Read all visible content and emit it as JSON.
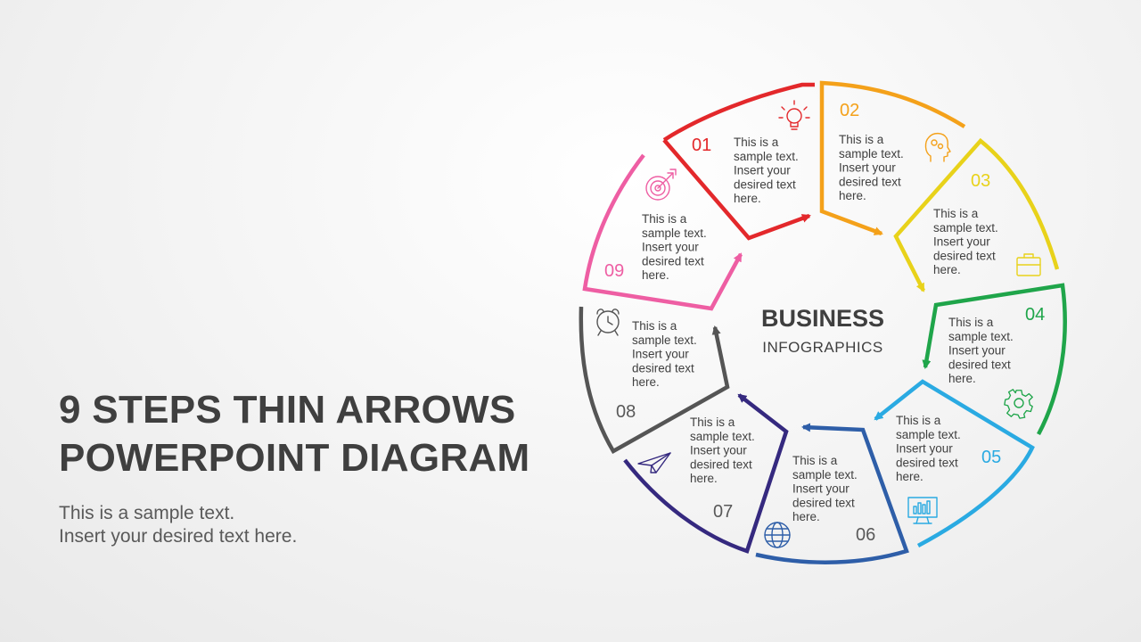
{
  "slide": {
    "title_line1": "9 STEPS THIN ARROWS",
    "title_line2": "POWERPOINT DIAGRAM",
    "subtitle_line1": "This is a sample text.",
    "subtitle_line2": "Insert your desired text here."
  },
  "center": {
    "title": "BUSINESS",
    "subtitle": "INFOGRAPHICS"
  },
  "steps": [
    {
      "number": "01",
      "color": "#e3282b",
      "icon": "lightbulb-icon",
      "text": [
        "This is a",
        "sample text.",
        "Insert your",
        "desired text",
        "here."
      ]
    },
    {
      "number": "02",
      "color": "#f4a11a",
      "icon": "head-gears-icon",
      "text": [
        "This is a",
        "sample text.",
        "Insert your",
        "desired text",
        "here."
      ]
    },
    {
      "number": "03",
      "color": "#e8d21a",
      "icon": "briefcase-icon",
      "text": [
        "This is a",
        "sample text.",
        "Insert your",
        "desired text",
        "here."
      ]
    },
    {
      "number": "04",
      "color": "#1fa54a",
      "icon": "gear-icon",
      "text": [
        "This is a",
        "sample text.",
        "Insert your",
        "desired text",
        "here."
      ]
    },
    {
      "number": "05",
      "color": "#2aaae2",
      "icon": "monitor-chart-icon",
      "text": [
        "This is a",
        "sample text.",
        "Insert your",
        "desired text",
        "here."
      ]
    },
    {
      "number": "06",
      "color": "#2e5ea8",
      "icon": "globe-icon",
      "text": [
        "This is a",
        "sample text.",
        "Insert your",
        "desired text",
        "here."
      ]
    },
    {
      "number": "07",
      "color": "#35297f",
      "icon": "paper-plane-icon",
      "text": [
        "This is a",
        "sample text.",
        "Insert your",
        "desired text",
        "here."
      ]
    },
    {
      "number": "08",
      "color": "#555555",
      "icon": "alarm-clock-icon",
      "text": [
        "This is a",
        "sample text.",
        "Insert your",
        "desired text",
        "here."
      ]
    },
    {
      "number": "09",
      "color": "#ee5ea3",
      "icon": "target-arrow-icon",
      "text": [
        "This is a",
        "sample text.",
        "Insert your",
        "desired text",
        "here."
      ]
    }
  ],
  "number_color": "#595959"
}
